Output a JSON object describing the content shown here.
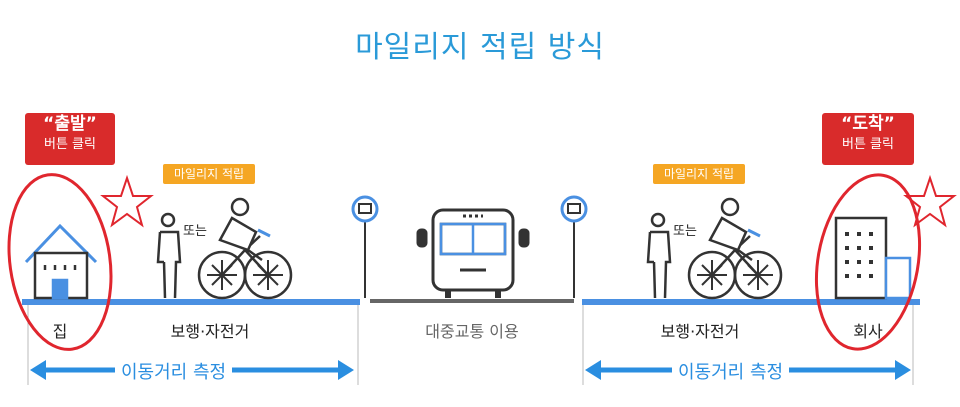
{
  "title": "마일리지 적립 방식",
  "start_badge": {
    "quote": "“출발”",
    "action": "버튼 클릭"
  },
  "end_badge": {
    "quote": "“도착”",
    "action": "버튼 클릭"
  },
  "mileage_tag": "마일리지 적립",
  "or_text": "또는",
  "places": {
    "home": "집",
    "company": "회사"
  },
  "segments": {
    "walk_bike": "보행·자전거",
    "transit": "대중교통 이용"
  },
  "measure": "이동거리 측정",
  "bus_stop_symbol": "回",
  "colors": {
    "title": "#2a9ad8",
    "badge": "#d92b2b",
    "tag": "#f5a623",
    "road": "#4a90e2",
    "transit_road": "#666666",
    "measure": "#2a8ee0",
    "icon_blue": "#4a90e2"
  }
}
